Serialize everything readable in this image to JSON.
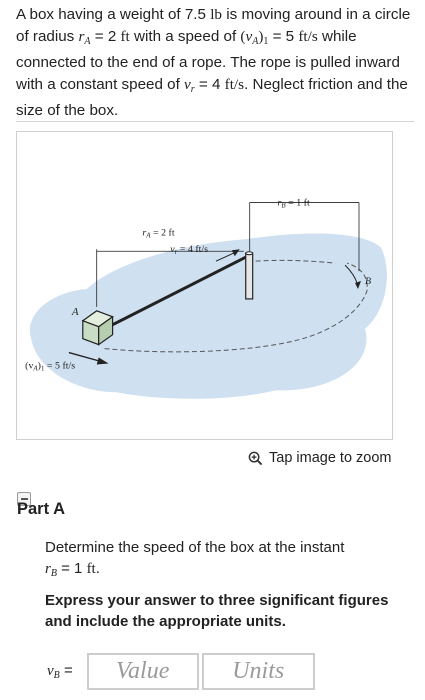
{
  "problem": {
    "t1": "A box having a weight of 7.5 ",
    "weight_unit": "lb",
    "t2": " is moving around in a circle of radius ",
    "rA_sym": "r",
    "rA_sub": "A",
    "t3": " = 2 ",
    "ft1": "ft",
    "t4": " with a speed of ",
    "vA_open": "(",
    "vA_sym": "v",
    "vA_sub": "A",
    "vA_close": ")",
    "vA_sub1": "1",
    "t5": " = 5 ",
    "ft_s1": "ft/s",
    "t6": " while connected to the end of a rope. The rope is pulled inward with a constant speed of ",
    "vr_sym": "v",
    "vr_sub": "r",
    "t7": " = 4 ",
    "ft_s2": "ft/s",
    "t8": ". Neglect friction and the size of the box."
  },
  "figure": {
    "label_rB": "r",
    "label_rB_sub": "B",
    "label_rB_val": " = 1 ft",
    "label_rA": "r",
    "label_rA_sub": "A",
    "label_rA_val": " = 2 ft",
    "label_vr": "v",
    "label_vr_sub": "r",
    "label_vr_val": " = 4 ft/s",
    "label_A": "A",
    "label_B": "B",
    "label_vA": "(v",
    "label_vA_sub": "A",
    "label_vA_mid": ")",
    "label_vA_sub1": "1",
    "label_vA_val": " = 5 ft/s",
    "colors": {
      "shadow": "#cfe0f0",
      "box_face": "#c9dcc4",
      "box_top": "#e3eedf",
      "stroke": "#222222"
    }
  },
  "zoom": {
    "label": "Tap image to zoom",
    "icon": "zoom-in-icon"
  },
  "part": {
    "title": "Part A",
    "question_t1": "Determine the speed of the box at the instant",
    "rB_sym": "r",
    "rB_sub": "B",
    "question_t2": " = 1 ",
    "question_unit": "ft",
    "question_t3": ".",
    "instruction": "Express your answer to three significant figures and include the appropriate units."
  },
  "answer": {
    "var_sym": "v",
    "var_sub": "B",
    "eq": " =",
    "value_placeholder": "Value",
    "units_placeholder": "Units"
  }
}
